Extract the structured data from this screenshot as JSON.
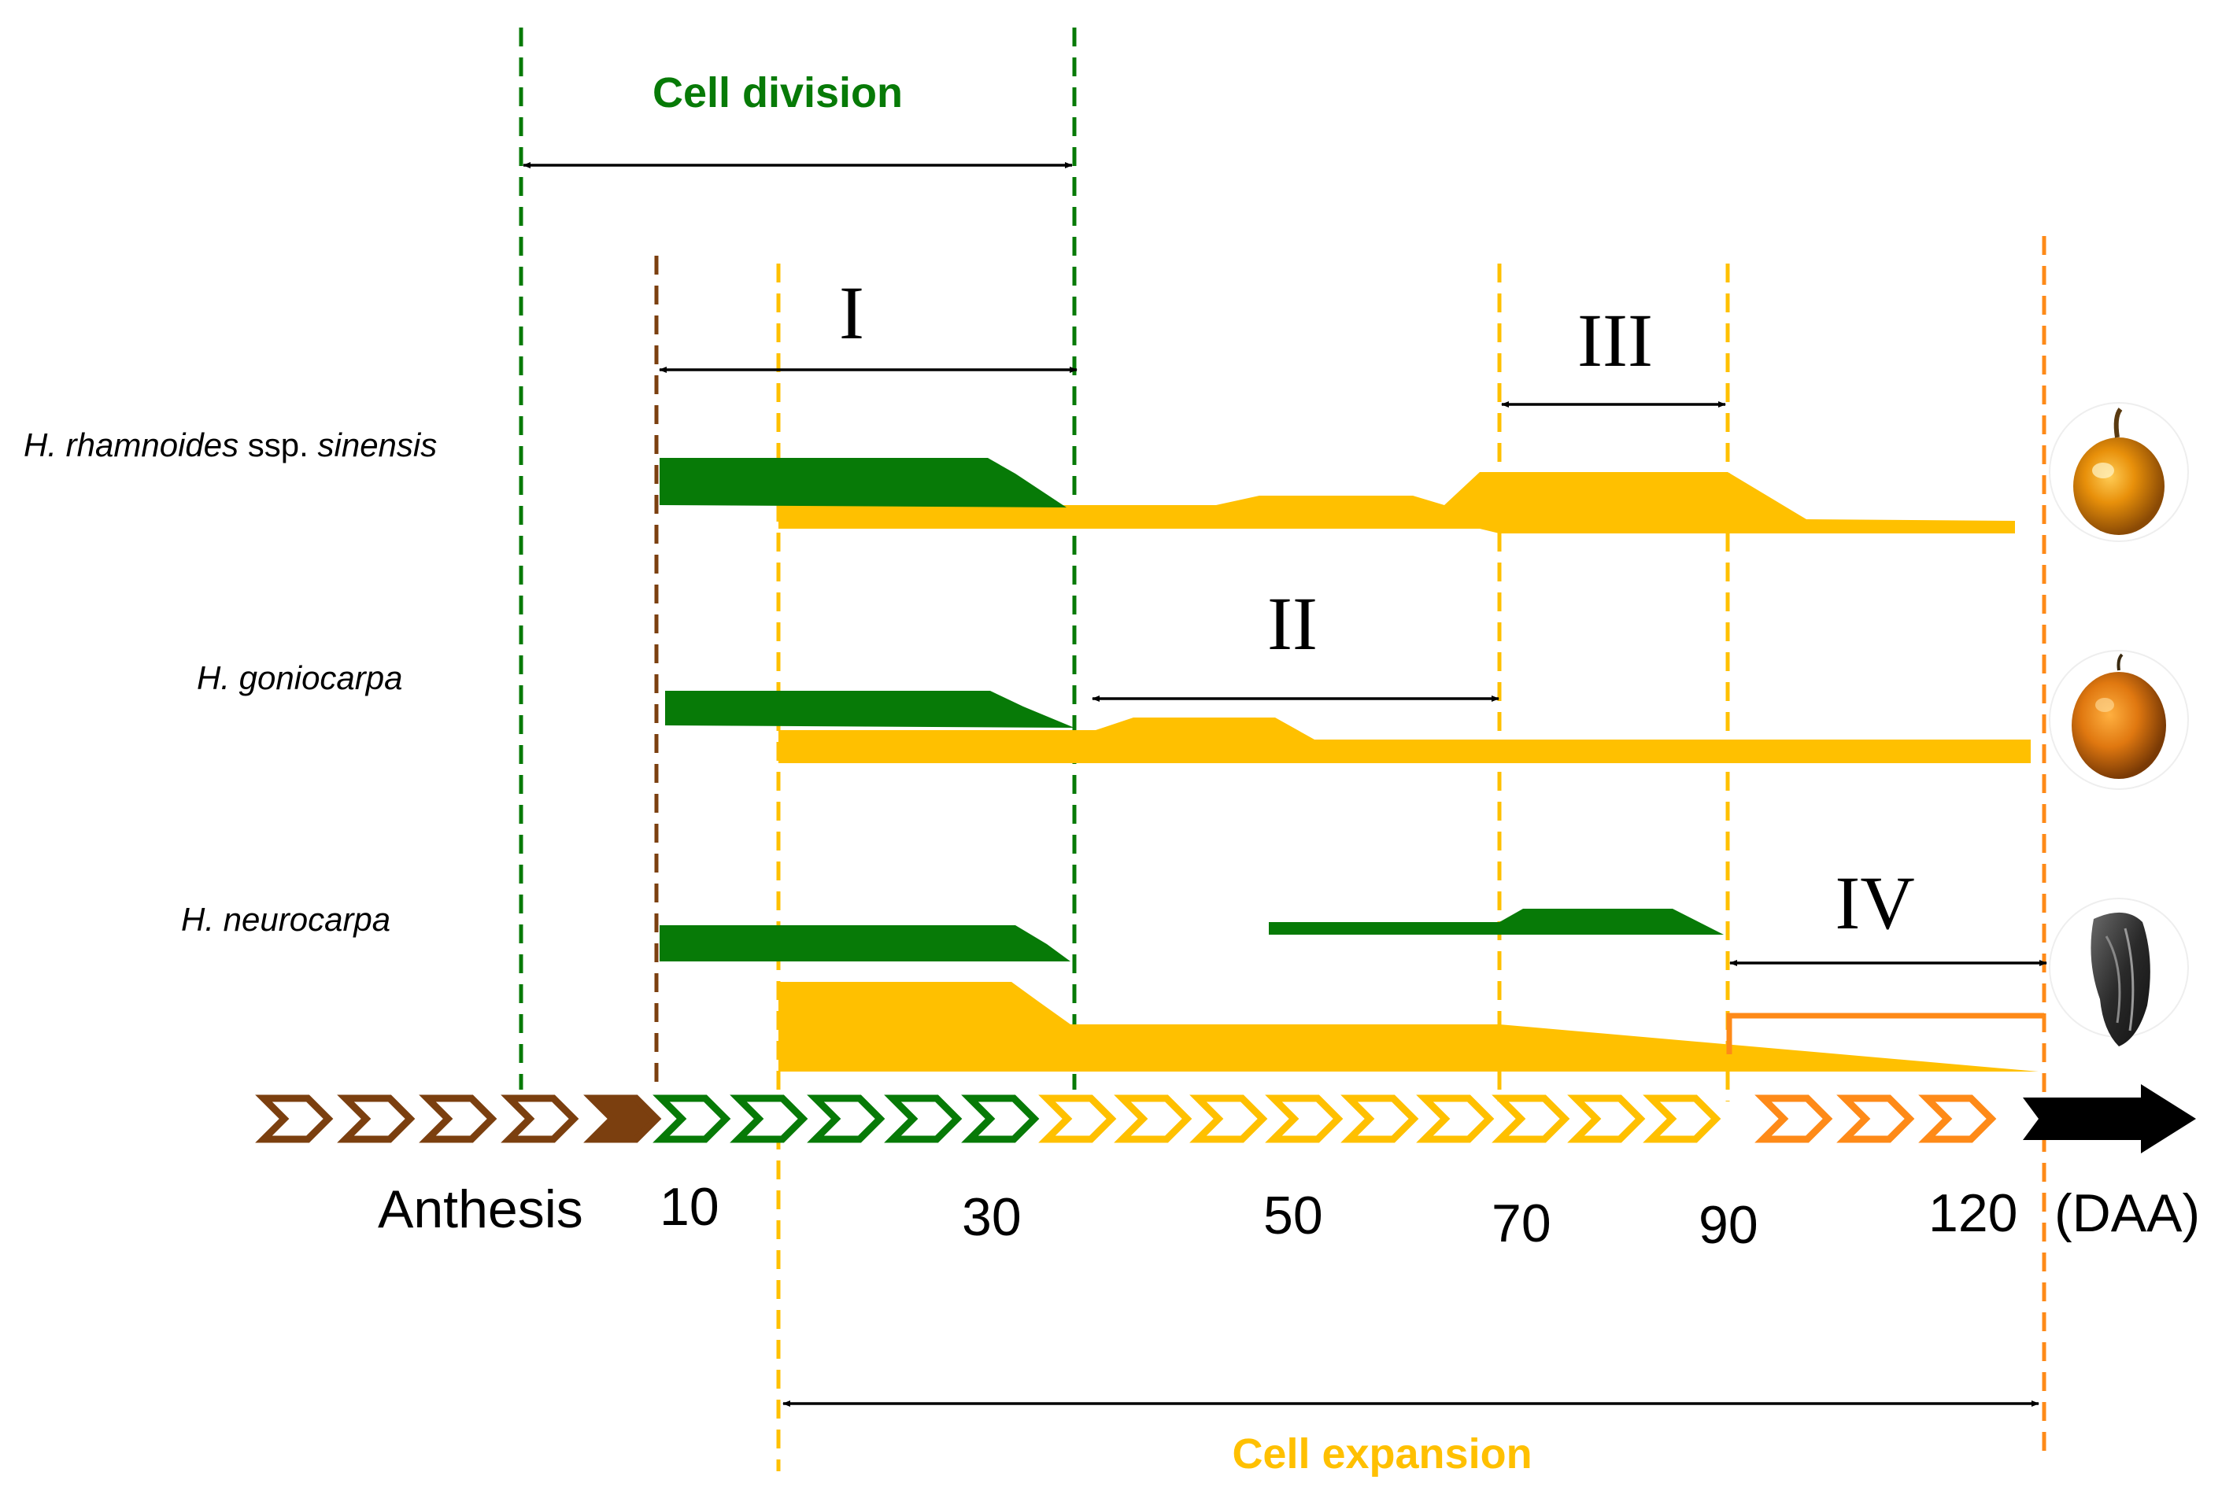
{
  "labels": {
    "cell_division": "Cell division",
    "cell_expansion": "Cell expansion",
    "phase_1": "I",
    "phase_2": "II",
    "phase_3": "III",
    "phase_4": "IV"
  },
  "species": [
    {
      "genus": "H. rhamnoides",
      "rest": " ssp. ",
      "epithet": "sinensis"
    },
    {
      "genus": "H. goniocarpa",
      "rest": "",
      "epithet": ""
    },
    {
      "genus": "H. neurocarpa",
      "rest": "",
      "epithet": ""
    }
  ],
  "axis": {
    "start_label": "Anthesis",
    "ticks": [
      "10",
      "30",
      "50",
      "70",
      "90",
      "120"
    ],
    "unit": "(DAA)"
  },
  "colors": {
    "green": "#077a07",
    "yellow": "#ffc000",
    "orange": "#fe8a18",
    "brown": "#7b3f0f",
    "black": "#000000"
  },
  "fruit_icons": [
    "orange-round-fruit",
    "orange-round-fruit",
    "dark-wrinkled-fruit"
  ]
}
